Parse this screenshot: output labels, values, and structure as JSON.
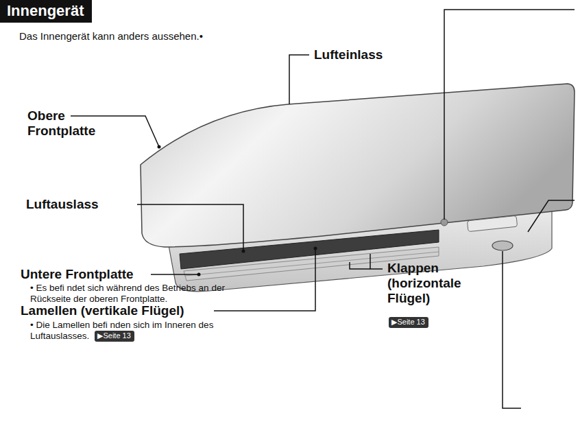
{
  "diagram": {
    "title": "Innengerät",
    "nodes": [
      {
        "text": [
          "▶Seite 13"
        ]
      },
      {
        "text": [
          "▶Seite 13"
        ]
      }
    ],
    "labels": [
      "Das Innengerät kann anders aussehen.•",
      "Lufteinlass",
      "Obere Frontplatte",
      "Luftauslass",
      "Untere Frontplatte",
      "• Es befi ndet sich während des Betriebs an der Rückseite der oberen Frontplatte.",
      "Lamellen (vertikale Flügel)",
      "• Die Lamellen befi nden sich im Inneren des Luftauslasses.",
      "Klappen (horizontale Flügel)"
    ]
  }
}
